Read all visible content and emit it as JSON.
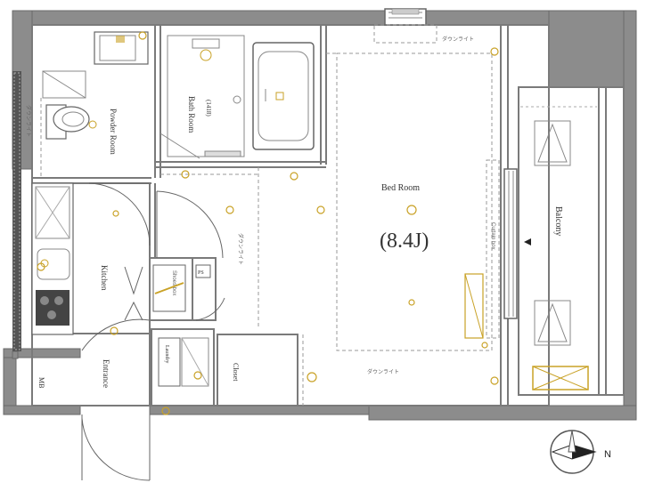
{
  "rooms": {
    "bed_room": "Bed Room",
    "bed_room_size": "(8.4J)",
    "bath_room": "Bath Room",
    "bath_room_size": "(1418)",
    "powder_room": "Powder Room",
    "kitchen": "Kitchen",
    "entrance": "Entrance",
    "laundry": "Laundry",
    "closet": "Closet",
    "balcony": "Balcony",
    "mb": "MB",
    "ps": "PS"
  },
  "annotations": {
    "ceiling_note_top": "ダウンライト",
    "ceiling_note_bottom": "ダウンライト",
    "downlight_1": "ダウンライト",
    "downlight_2": "ダウンライト",
    "curtain_box": "Curtain box",
    "shoes_box": "Shoes box"
  },
  "compass": {
    "north_label": "N"
  },
  "colors": {
    "wall": "#8a8a8a",
    "wall_outline": "#6e6e6e",
    "fixture": "#c9a227",
    "dashed": "#9a9a9a"
  }
}
